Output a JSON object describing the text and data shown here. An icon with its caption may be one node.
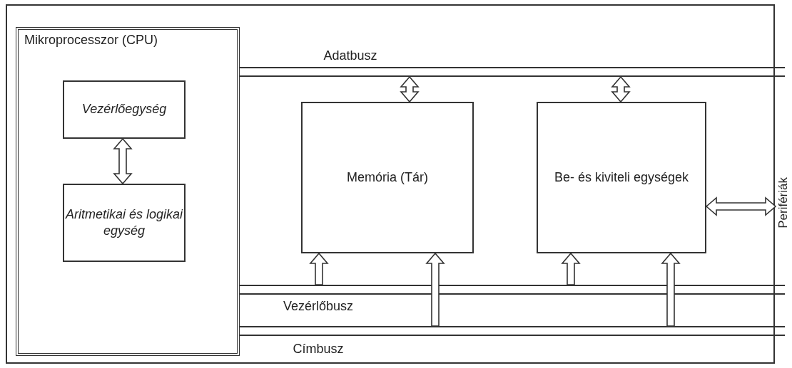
{
  "diagram": {
    "nodes": [
      {
        "text": [
          "Mikroprocesszor (CPU)"
        ]
      },
      {
        "text": [
          "Vezérlőegység"
        ],
        "in": 0
      },
      {
        "text": [
          "Aritmetikai és logikai egység"
        ],
        "in": 0
      },
      {
        "text": [
          "Memória (Tár)"
        ]
      },
      {
        "text": [
          "Be- és kiviteli egységek"
        ]
      },
      {
        "text": [],
        "shape": "bar",
        "beside": [
          "Adatbusz"
        ]
      },
      {
        "text": [],
        "shape": "bar",
        "beside": [
          "Vezérlőbusz"
        ]
      },
      {
        "text": [],
        "shape": "bar",
        "beside": [
          "Címbusz"
        ]
      },
      {
        "text": [
          "Perifériák"
        ]
      }
    ],
    "edges": [
      {
        "from": 1,
        "to": 2,
        "arrow": "both"
      },
      {
        "from": 5,
        "to": 3,
        "arrow": "both"
      },
      {
        "from": 5,
        "to": 4,
        "arrow": "both"
      },
      {
        "from": 6,
        "to": 3,
        "arrow": "to"
      },
      {
        "from": 7,
        "to": 3,
        "arrow": "to"
      },
      {
        "from": 6,
        "to": 4,
        "arrow": "to"
      },
      {
        "from": 7,
        "to": 4,
        "arrow": "to"
      },
      {
        "from": 4,
        "to": 8,
        "arrow": "both"
      }
    ]
  }
}
